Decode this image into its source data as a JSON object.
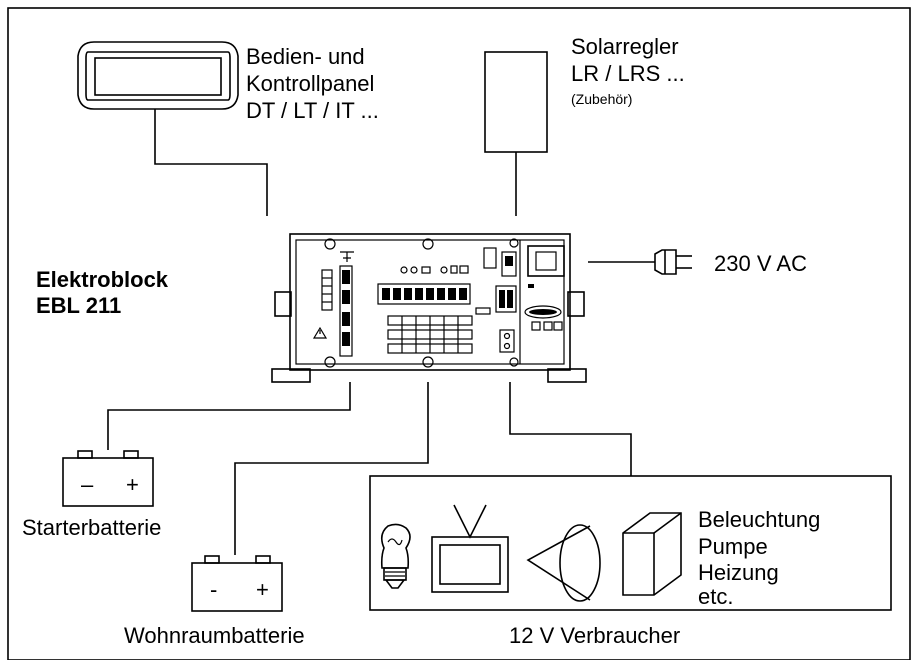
{
  "panel": {
    "line1": "Bedien- und",
    "line2": "Kontrollpanel",
    "line3": "DT / LT / IT ..."
  },
  "solar": {
    "line1": "Solarregler",
    "line2": "LR / LRS ...",
    "line3": "(Zubehör)"
  },
  "ebl": {
    "line1": "Elektroblock",
    "line2": "EBL 211"
  },
  "mains": {
    "label": "230 V AC"
  },
  "starter_battery": {
    "label": "Starterbatterie",
    "minus": "–",
    "plus": "+"
  },
  "living_battery": {
    "label": "Wohnraumbatterie",
    "minus": "-",
    "plus": "+"
  },
  "consumers": {
    "label": "12 V Verbraucher",
    "items": [
      "Beleuchtung",
      "Pumpe",
      "Heizung",
      "etc."
    ]
  },
  "icons": [
    "control-panel-icon",
    "solar-controller-icon",
    "electroblock-device",
    "mains-plug-icon",
    "battery-icon",
    "light-bulb-icon",
    "tv-icon",
    "pump-icon",
    "heater-icon"
  ]
}
